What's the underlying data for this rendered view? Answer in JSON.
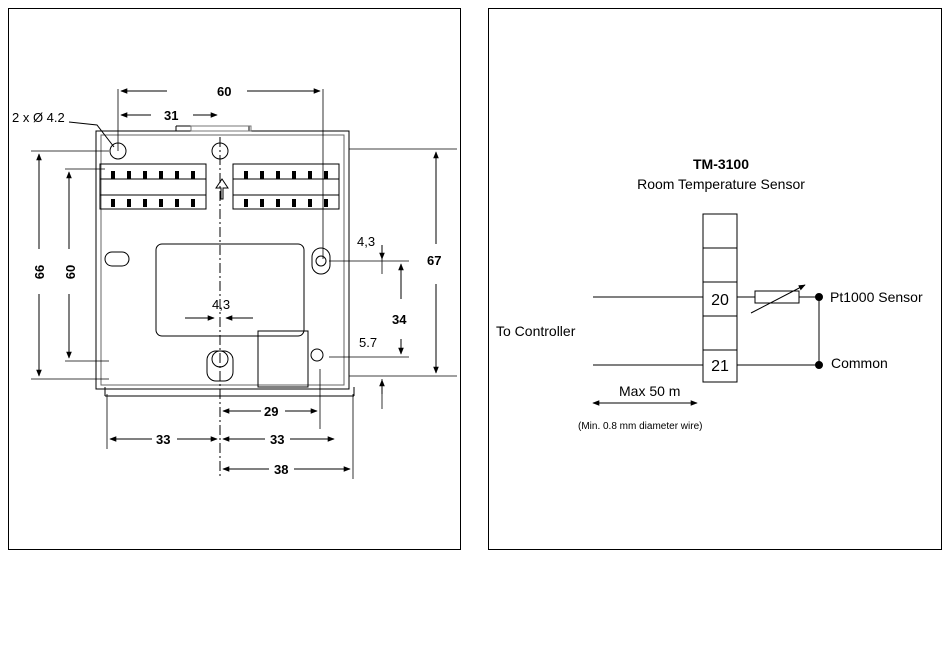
{
  "mounting_drawing": {
    "hole_callout": "2 x Ø 4.2",
    "dimensions": {
      "top_width": "60",
      "top_half": "31",
      "left_outer": "66",
      "left_inner": "60",
      "right_outer": "67",
      "right_inner": "34",
      "small_top": "4,3",
      "small_bottom": "5.7",
      "slot_width": "4,3",
      "bottom_29": "29",
      "bottom_33_left": "33",
      "bottom_33_right": "33",
      "bottom_38": "38"
    }
  },
  "wiring_diagram": {
    "title": "TM-3100",
    "subtitle": "Room Temperature Sensor",
    "terminal_top": "20",
    "terminal_bottom": "21",
    "label_sensor": "Pt1000 Sensor",
    "label_common": "Common",
    "label_controller": "To Controller",
    "max_length": "Max 50 m",
    "wire_note": "(Min. 0.8 mm diameter wire)"
  }
}
